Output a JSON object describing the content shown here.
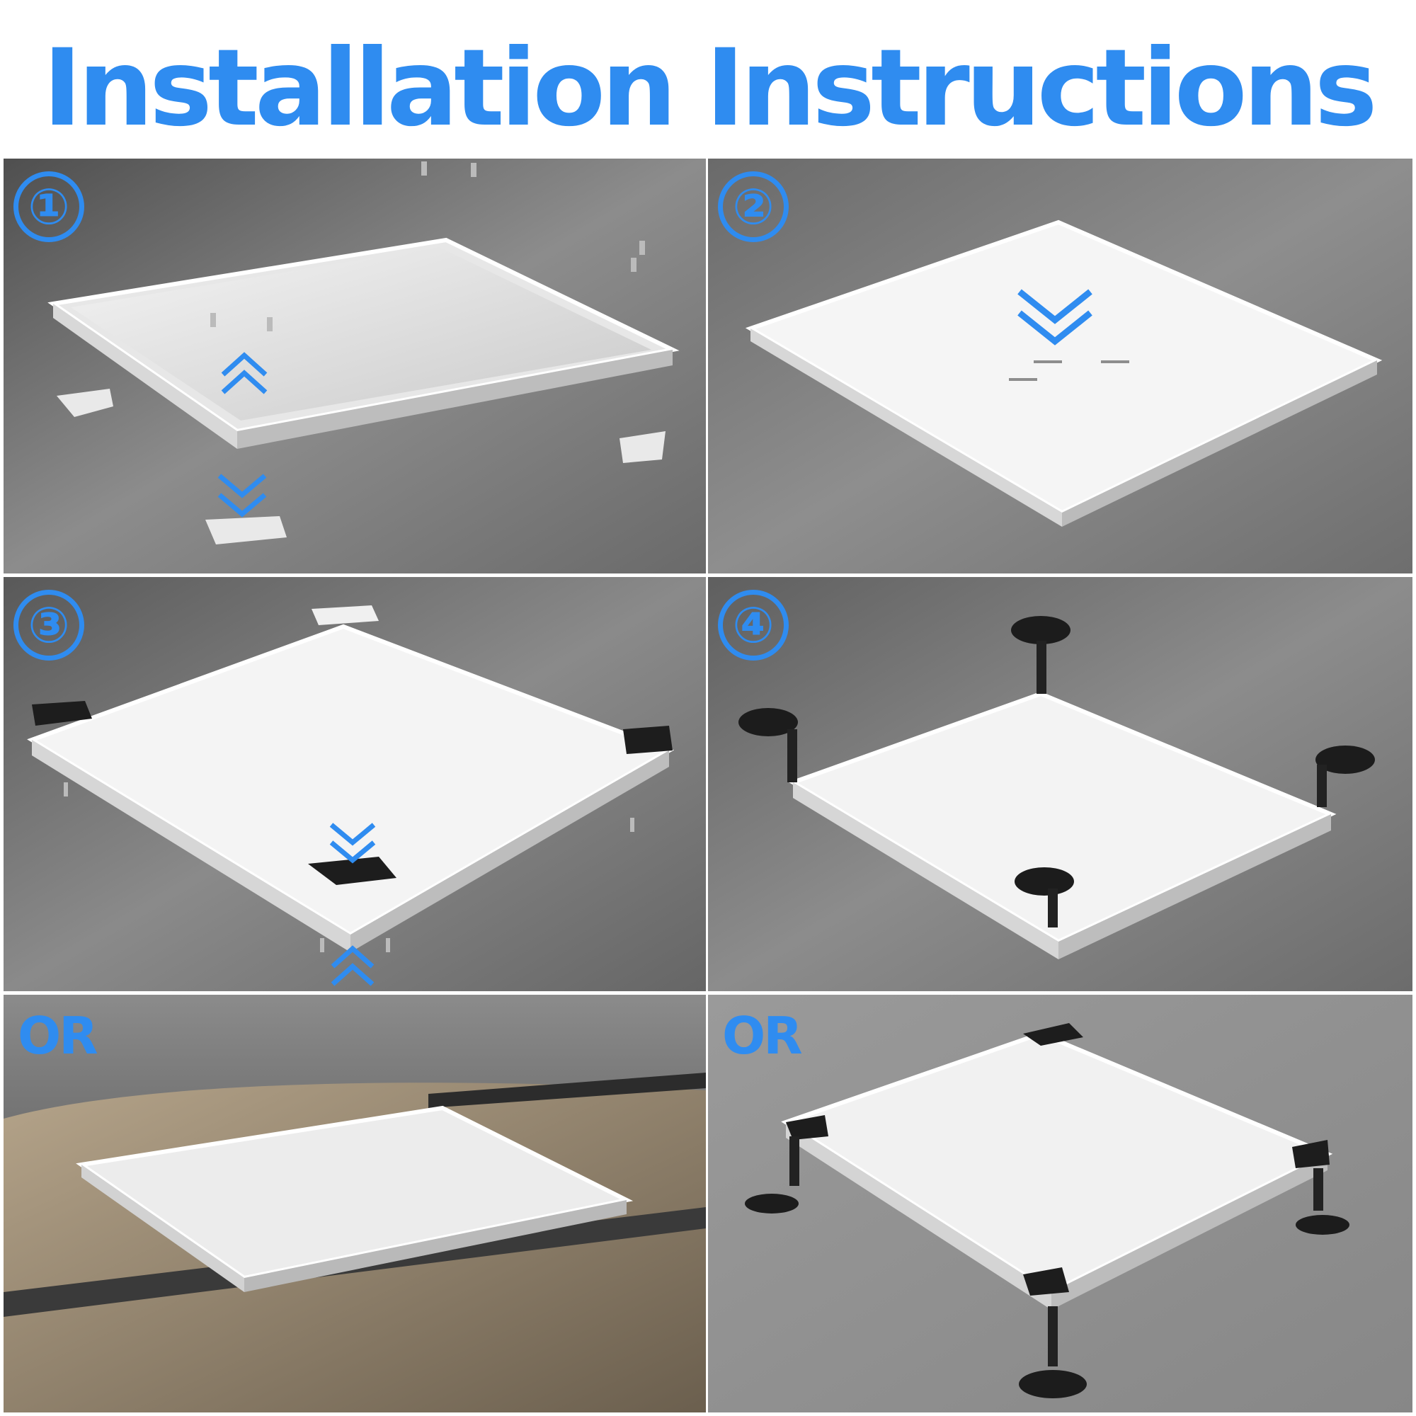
{
  "title": "Installation Instructions",
  "colors": {
    "accent": "#2f8cf0",
    "panel_bg_dark": "#5f5f5f",
    "panel_bg_light": "#8a8a8a"
  },
  "panels": [
    {
      "label": "①",
      "kind": "step",
      "arrows": [
        "up-arrow-icon",
        "down-arrow-icon"
      ]
    },
    {
      "label": "②",
      "kind": "step",
      "arrows": [
        "down-arrow-icon"
      ]
    },
    {
      "label": "③",
      "kind": "step",
      "arrows": [
        "down-arrow-icon",
        "up-arrow-icon"
      ]
    },
    {
      "label": "④",
      "kind": "step",
      "arrows": []
    },
    {
      "label": "OR",
      "kind": "alternative",
      "arrows": []
    },
    {
      "label": "OR",
      "kind": "alternative",
      "arrows": []
    }
  ]
}
